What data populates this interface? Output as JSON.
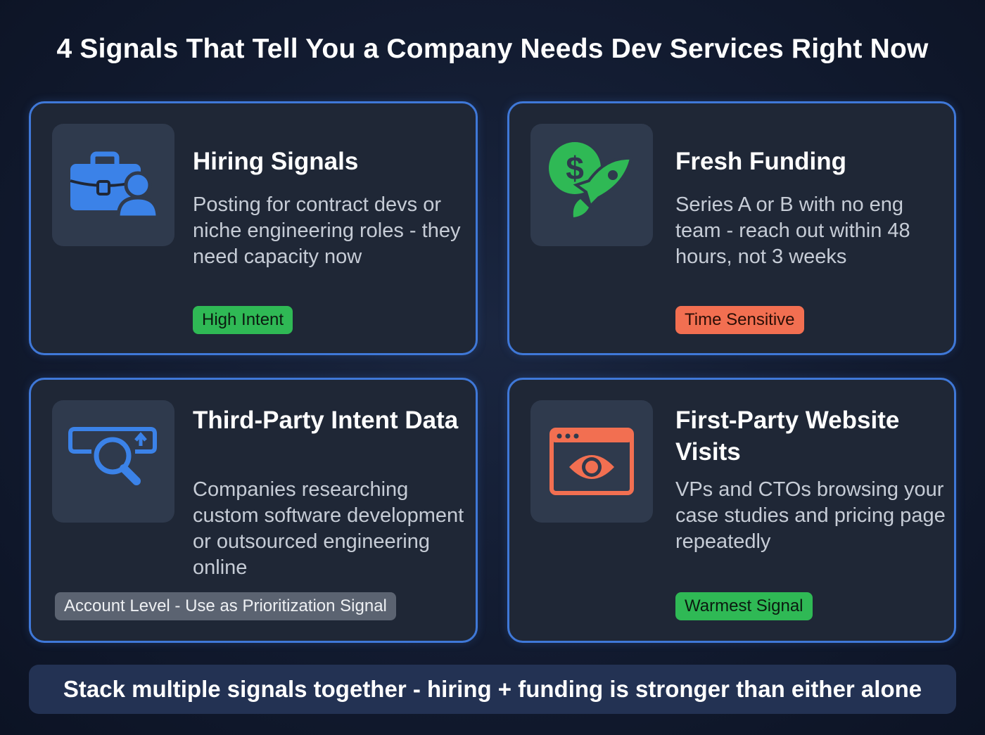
{
  "title": "4 Signals That Tell You a Company Needs Dev Services Right Now",
  "colors": {
    "card_border": "#3f78d8",
    "blue_icon": "#3b82e8",
    "green": "#2fb955",
    "orange": "#f26f51",
    "gray_badge": "#5b6371"
  },
  "cards": [
    {
      "icon": "briefcase-person-icon",
      "title": "Hiring Signals",
      "description": "Posting for contract devs or niche engineering roles - they need capacity now",
      "badge": "High Intent"
    },
    {
      "icon": "dollar-rocket-icon",
      "title": "Fresh Funding",
      "description": "Series A or B with no eng team - reach out within 48 hours, not 3 weeks",
      "badge": "Time Sensitive"
    },
    {
      "icon": "search-intent-icon",
      "title": "Third-Party Intent Data",
      "description": "Companies researching custom software development or outsourced engineering online",
      "badge": "Account Level - Use as Prioritization Signal"
    },
    {
      "icon": "browser-eye-icon",
      "title": "First-Party Website Visits",
      "description": "VPs and CTOs browsing your case studies and pricing page repeatedly",
      "badge": "Warmest Signal"
    }
  ],
  "footer": "Stack multiple signals together - hiring + funding is stronger than either alone"
}
